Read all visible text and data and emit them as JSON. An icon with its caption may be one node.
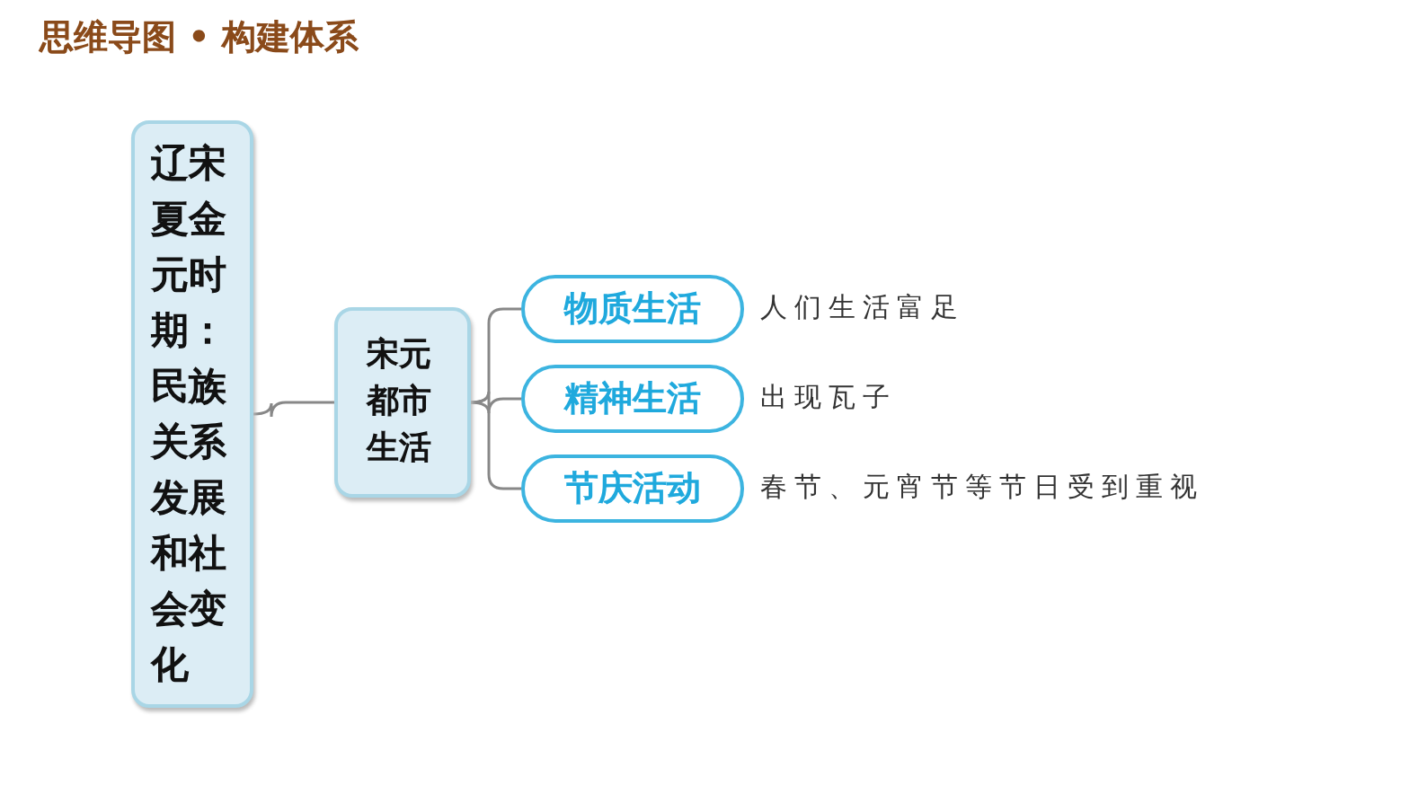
{
  "diagram": {
    "title": "思维导图 • 构建体系",
    "nodes": [
      {
        "text": [
          "辽宋夏金元时期：民族关系发展和社会变化"
        ]
      },
      {
        "text": [
          "宋元都市生活"
        ]
      },
      {
        "text": [
          "物质生活"
        ],
        "beside": [
          "人们生活富足"
        ]
      },
      {
        "text": [
          "精神生活"
        ],
        "beside": [
          "出现瓦子"
        ]
      },
      {
        "text": [
          "节庆活动"
        ],
        "beside": [
          "春节、元宵节等节日受到重视"
        ]
      }
    ],
    "edges": [
      {
        "from": 0,
        "to": 1,
        "arrow": "none"
      },
      {
        "from": 1,
        "to": 2,
        "arrow": "none"
      },
      {
        "from": 1,
        "to": 3,
        "arrow": "none"
      },
      {
        "from": 1,
        "to": 4,
        "arrow": "none"
      }
    ]
  }
}
